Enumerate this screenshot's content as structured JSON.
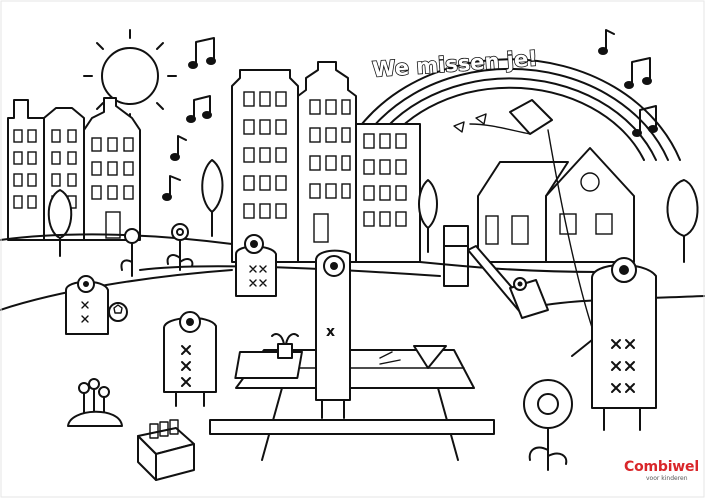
{
  "banner": {
    "text": "We missen je!"
  },
  "logo": {
    "brand": "Combiwel",
    "tagline": "voor kinderen"
  },
  "colors": {
    "line": "#111111",
    "paper": "#ffffff",
    "logo_red": "#d9262a",
    "logo_blue": "#2c8fd1"
  }
}
